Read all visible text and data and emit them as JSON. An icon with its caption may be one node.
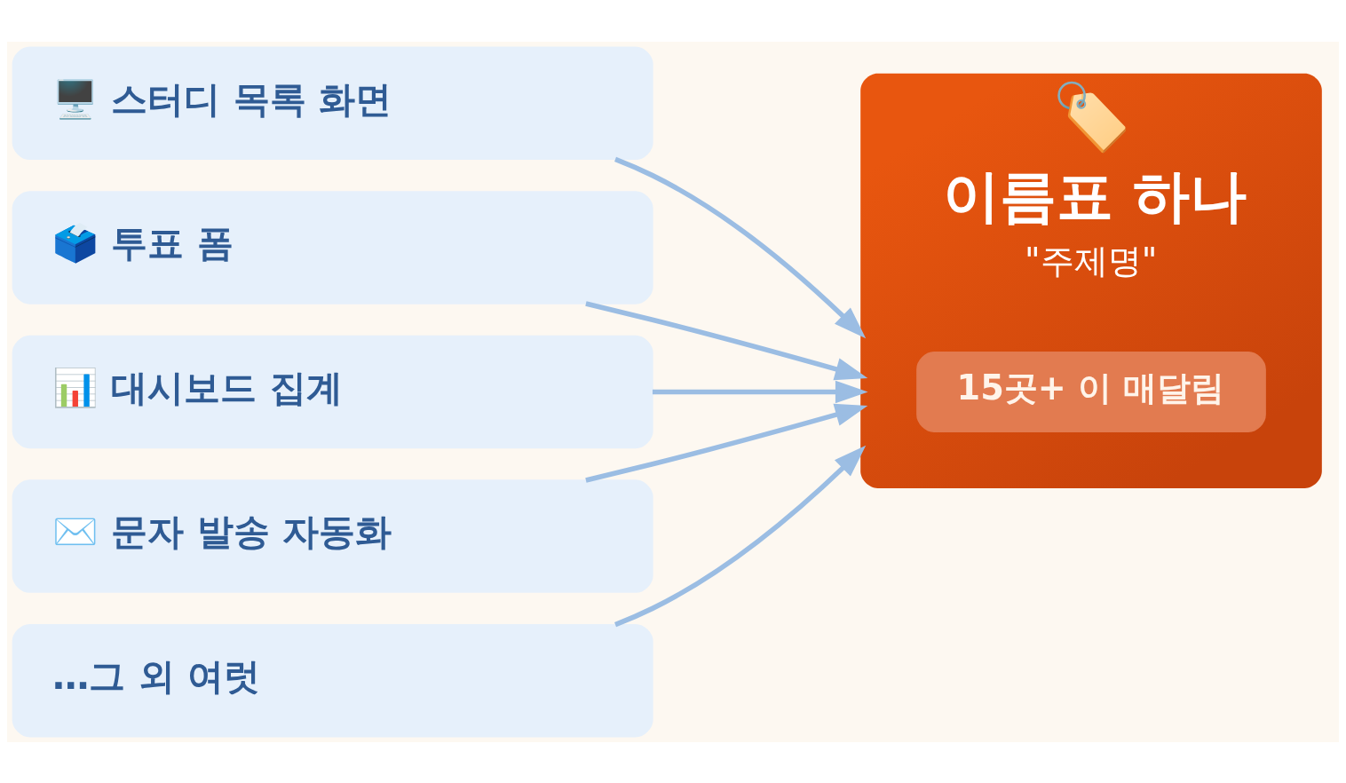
{
  "diagram": {
    "nodes": [
      {
        "text": [
          "🖥️ 스터디 목록 화면"
        ]
      },
      {
        "text": [
          "🗳️ 투표 폼"
        ]
      },
      {
        "text": [
          "📊 대시보드 집계"
        ]
      },
      {
        "text": [
          "✉️ 문자 발송 자동화"
        ]
      },
      {
        "text": [
          "…그 외 여럿"
        ]
      },
      {
        "text": [
          "🏷️",
          "이름표 하나",
          "\"주제명\""
        ]
      },
      {
        "text": [
          "15곳+ 이 매달림"
        ],
        "in": 5
      }
    ],
    "edges": [
      {
        "from": 0,
        "to": 5,
        "arrow": "to"
      },
      {
        "from": 1,
        "to": 5,
        "arrow": "to"
      },
      {
        "from": 2,
        "to": 5,
        "arrow": "to"
      },
      {
        "from": 3,
        "to": 5,
        "arrow": "to"
      },
      {
        "from": 4,
        "to": 5,
        "arrow": "to"
      }
    ]
  }
}
